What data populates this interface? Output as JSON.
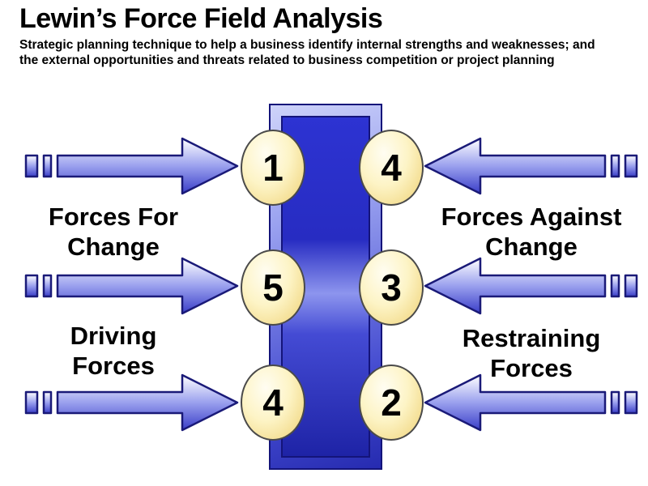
{
  "header": {
    "title": "Lewin’s Force Field Analysis",
    "subtitle": "Strategic planning technique to help a business identify internal strengths and weaknesses; and the external opportunities and threats related to business competition or project planning"
  },
  "left_side": {
    "label_top": {
      "line1": "Forces For",
      "line2": "Change"
    },
    "label_bottom": {
      "line1": "Driving",
      "line2": "Forces"
    },
    "badges": [
      "1",
      "5",
      "4"
    ]
  },
  "right_side": {
    "label_top": {
      "line1": "Forces Against",
      "line2": "Change"
    },
    "label_bottom": {
      "line1": "Restraining",
      "line2": "Forces"
    },
    "badges": [
      "4",
      "3",
      "2"
    ]
  },
  "colors": {
    "background": "#ffffff",
    "text": "#000000",
    "arrow_fill_light": "#ffffff",
    "arrow_fill_dark": "#3a3ec8",
    "arrow_outline": "#1a1a78",
    "bar_frame_light": "#ced3f9",
    "bar_frame_dark": "#262bb0",
    "bar_panel": "#2a2ec8",
    "badge_fill": "#fdf4c6",
    "badge_outline": "#4a4a4a"
  }
}
